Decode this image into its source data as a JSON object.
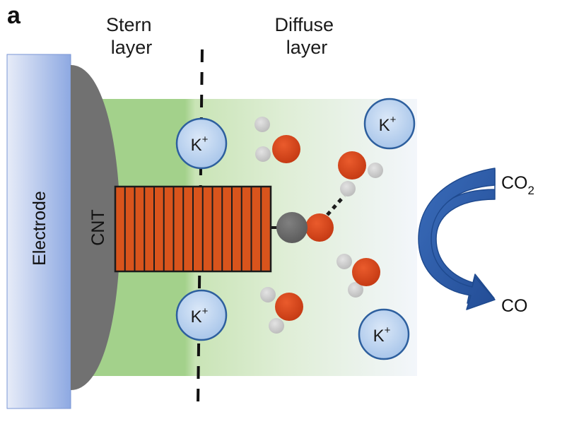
{
  "figure": {
    "panel_label": "a",
    "stern_layer": [
      "Stern",
      "layer"
    ],
    "diffuse_layer": [
      "Diffuse",
      "layer"
    ],
    "electrode_label": "Electrode",
    "cnt_label": "CNT",
    "ion_symbol": "K",
    "ion_charge": "+",
    "co2_base": "CO",
    "co2_subscript": "2",
    "co_label": "CO"
  },
  "colors": {
    "electrode": "#a9bde8",
    "cnt": "#6f6f6f",
    "stern_region": "#9fcf86",
    "diffuse_start": "#cfe6c0",
    "diffuse_end": "#f2f5fa",
    "cnt_rods": "#d9541c",
    "ion_fill": "#bcd3ef",
    "ion_stroke": "#2d5f9e",
    "oxygen": "#d4421c",
    "hydrogen": "#c8c8c8",
    "carbon": "#6a6a6a",
    "arrow": "#2e5ea8"
  }
}
